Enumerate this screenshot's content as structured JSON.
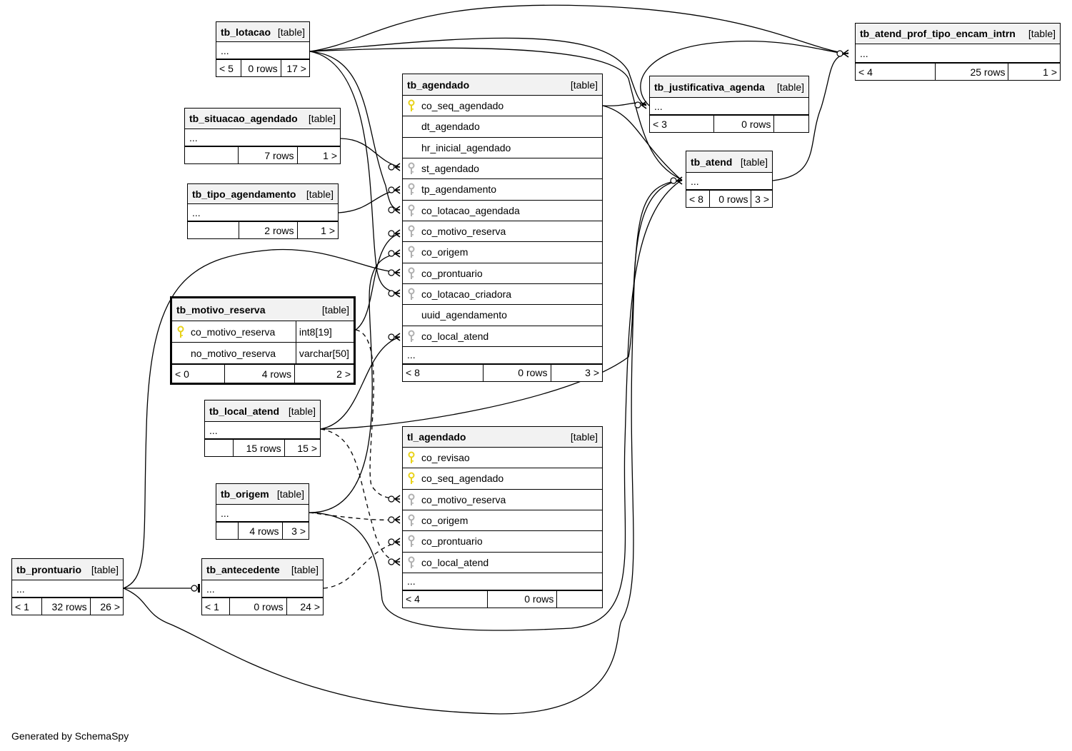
{
  "footer": "Generated by SchemaSpy",
  "tables": {
    "tb_lotacao": {
      "name": "tb_lotacao",
      "tag": "[table]",
      "cols": [],
      "ellipsis": "...",
      "footer": [
        "< 5",
        "0 rows",
        "17 >"
      ]
    },
    "tb_situacao_agendado": {
      "name": "tb_situacao_agendado",
      "tag": "[table]",
      "cols": [],
      "ellipsis": "...",
      "footer": [
        "",
        "7 rows",
        "1 >"
      ]
    },
    "tb_tipo_agendamento": {
      "name": "tb_tipo_agendamento",
      "tag": "[table]",
      "cols": [],
      "ellipsis": "...",
      "footer": [
        "",
        "2 rows",
        "1 >"
      ]
    },
    "tb_motivo_reserva": {
      "name": "tb_motivo_reserva",
      "tag": "[table]",
      "cols": [
        {
          "name": "co_motivo_reserva",
          "key": "pk",
          "type": "int8[19]"
        },
        {
          "name": "no_motivo_reserva",
          "key": "none",
          "type": "varchar[50]"
        }
      ],
      "ellipsis": "",
      "footer": [
        "< 0",
        "4 rows",
        "2 >"
      ]
    },
    "tb_local_atend": {
      "name": "tb_local_atend",
      "tag": "[table]",
      "cols": [],
      "ellipsis": "...",
      "footer": [
        "",
        "15 rows",
        "15 >"
      ]
    },
    "tb_origem": {
      "name": "tb_origem",
      "tag": "[table]",
      "cols": [],
      "ellipsis": "...",
      "footer": [
        "",
        "4 rows",
        "3 >"
      ]
    },
    "tb_prontuario": {
      "name": "tb_prontuario",
      "tag": "[table]",
      "cols": [],
      "ellipsis": "...",
      "footer": [
        "< 1",
        "32 rows",
        "26 >"
      ]
    },
    "tb_antecedente": {
      "name": "tb_antecedente",
      "tag": "[table]",
      "cols": [],
      "ellipsis": "...",
      "footer": [
        "< 1",
        "0 rows",
        "24 >"
      ]
    },
    "tb_agendado": {
      "name": "tb_agendado",
      "tag": "[table]",
      "cols": [
        {
          "name": "co_seq_agendado",
          "key": "pk"
        },
        {
          "name": "dt_agendado",
          "key": "none"
        },
        {
          "name": "hr_inicial_agendado",
          "key": "none"
        },
        {
          "name": "st_agendado",
          "key": "fk"
        },
        {
          "name": "tp_agendamento",
          "key": "fk"
        },
        {
          "name": "co_lotacao_agendada",
          "key": "fk"
        },
        {
          "name": "co_motivo_reserva",
          "key": "fk"
        },
        {
          "name": "co_origem",
          "key": "fk"
        },
        {
          "name": "co_prontuario",
          "key": "fk"
        },
        {
          "name": "co_lotacao_criadora",
          "key": "fk"
        },
        {
          "name": "uuid_agendamento",
          "key": "none"
        },
        {
          "name": "co_local_atend",
          "key": "fk"
        }
      ],
      "ellipsis": "...",
      "footer": [
        "< 8",
        "0 rows",
        "3 >"
      ]
    },
    "tl_agendado": {
      "name": "tl_agendado",
      "tag": "[table]",
      "cols": [
        {
          "name": "co_revisao",
          "key": "pk"
        },
        {
          "name": "co_seq_agendado",
          "key": "pk"
        },
        {
          "name": "co_motivo_reserva",
          "key": "fk"
        },
        {
          "name": "co_origem",
          "key": "fk"
        },
        {
          "name": "co_prontuario",
          "key": "fk"
        },
        {
          "name": "co_local_atend",
          "key": "fk"
        }
      ],
      "ellipsis": "...",
      "footer": [
        "< 4",
        "0 rows",
        ""
      ]
    },
    "tb_justificativa_agenda": {
      "name": "tb_justificativa_agenda",
      "tag": "[table]",
      "cols": [],
      "ellipsis": "...",
      "footer": [
        "< 3",
        "0 rows",
        ""
      ]
    },
    "tb_atend": {
      "name": "tb_atend",
      "tag": "[table]",
      "cols": [],
      "ellipsis": "...",
      "footer": [
        "< 8",
        "0 rows",
        "3 >"
      ]
    },
    "tb_atend_prof_tipo_encam_intrn": {
      "name": "tb_atend_prof_tipo_encam_intrn",
      "tag": "[table]",
      "cols": [],
      "ellipsis": "...",
      "footer": [
        "< 4",
        "25 rows",
        "1 >"
      ]
    }
  },
  "colors": {
    "pk_key": "#e8d21a",
    "fk_key": "#b0b0b0",
    "header_bg": "#f2f2f2"
  }
}
